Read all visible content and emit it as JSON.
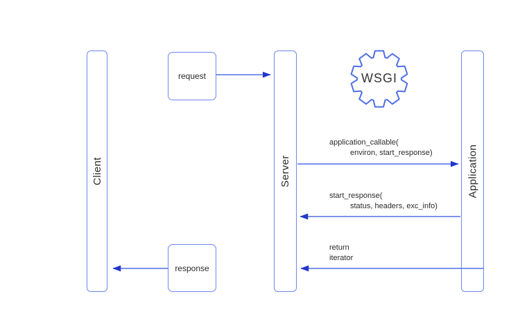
{
  "gear": {
    "label": "WSGI"
  },
  "lifelines": {
    "client": "Client",
    "server": "Server",
    "application": "Application"
  },
  "boxes": {
    "request": "request",
    "response": "response"
  },
  "messages": {
    "application_callable": {
      "line1": "application_callable(",
      "line2": "environ, start_response)"
    },
    "start_response": {
      "line1": "start_response(",
      "line2": "status, headers, exc_info)"
    },
    "return_iterator": {
      "line1": "return",
      "line2": "iterator"
    }
  },
  "colors": {
    "line": "#4f6ee6",
    "arrowhead": "#2337cb",
    "box_border": "#6d87ea",
    "text": "#2b2b2b",
    "background": "#ffffff"
  }
}
